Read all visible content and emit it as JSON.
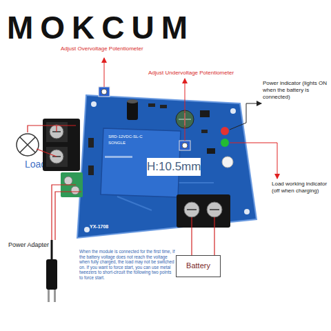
{
  "diagram": {
    "title": "MOKCUM",
    "nodes": [
      {
        "text": [
          "YX-1708"
        ]
      },
      {
        "text": [
          "Load"
        ]
      },
      {
        "text": [
          "Power Adapter"
        ]
      },
      {
        "text": [
          "Battery"
        ]
      }
    ],
    "edges": [
      {
        "from": 1,
        "to": 0,
        "arrow": "none"
      },
      {
        "from": 2,
        "to": 0,
        "arrow": "none"
      },
      {
        "from": 3,
        "to": 0,
        "arrow": "none"
      }
    ],
    "labels": [
      "Adjust Overvoltage Potentiometer",
      "Adjust Undervoltage Potentiometer",
      "Power indicator (lights ON when the battery is connected)",
      "H:10.5mm",
      "Load working indicator (off when charging)",
      "When the module is connected for the first time, If the battery voltage does not reach the voltage when fully charged, the load may not be switched on. If you want to force start, you can use metal tweezers to short-circuit the following two points to force start.",
      "SRD-12VDC-SL-C",
      "SONGLE"
    ]
  }
}
